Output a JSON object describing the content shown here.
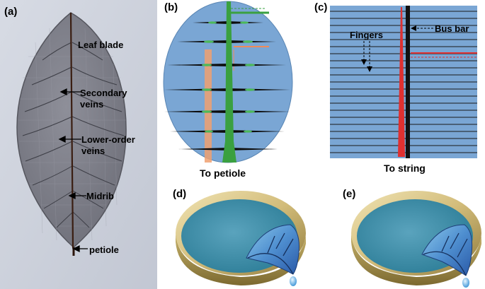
{
  "panels": {
    "a": {
      "label": "(a)",
      "annotations": {
        "leaf_blade": "Leaf blade",
        "secondary_veins_1": "Secondary",
        "secondary_veins_2": "veins",
        "lower_order_veins_1": "Lower-order",
        "lower_order_veins_2": "veins",
        "midrib": "Midrib",
        "petiole": "petiole"
      }
    },
    "b": {
      "label": "(b)",
      "caption": "To petiole"
    },
    "c": {
      "label": "(c)",
      "caption": "To string",
      "annotations": {
        "fingers": "Fingers",
        "bus_bar": "Bus bar"
      }
    },
    "d": {
      "label": "(d)"
    },
    "e": {
      "label": "(e)"
    }
  },
  "colors": {
    "background_blue": "#7aa6d4",
    "midrib_green": "#3aa040",
    "current_red": "#e03030",
    "orange_trace": "#f0a070",
    "bus_bar_black": "#111111",
    "dish_rim": "#d6c48a",
    "water_teal": "#3e8fa8"
  }
}
